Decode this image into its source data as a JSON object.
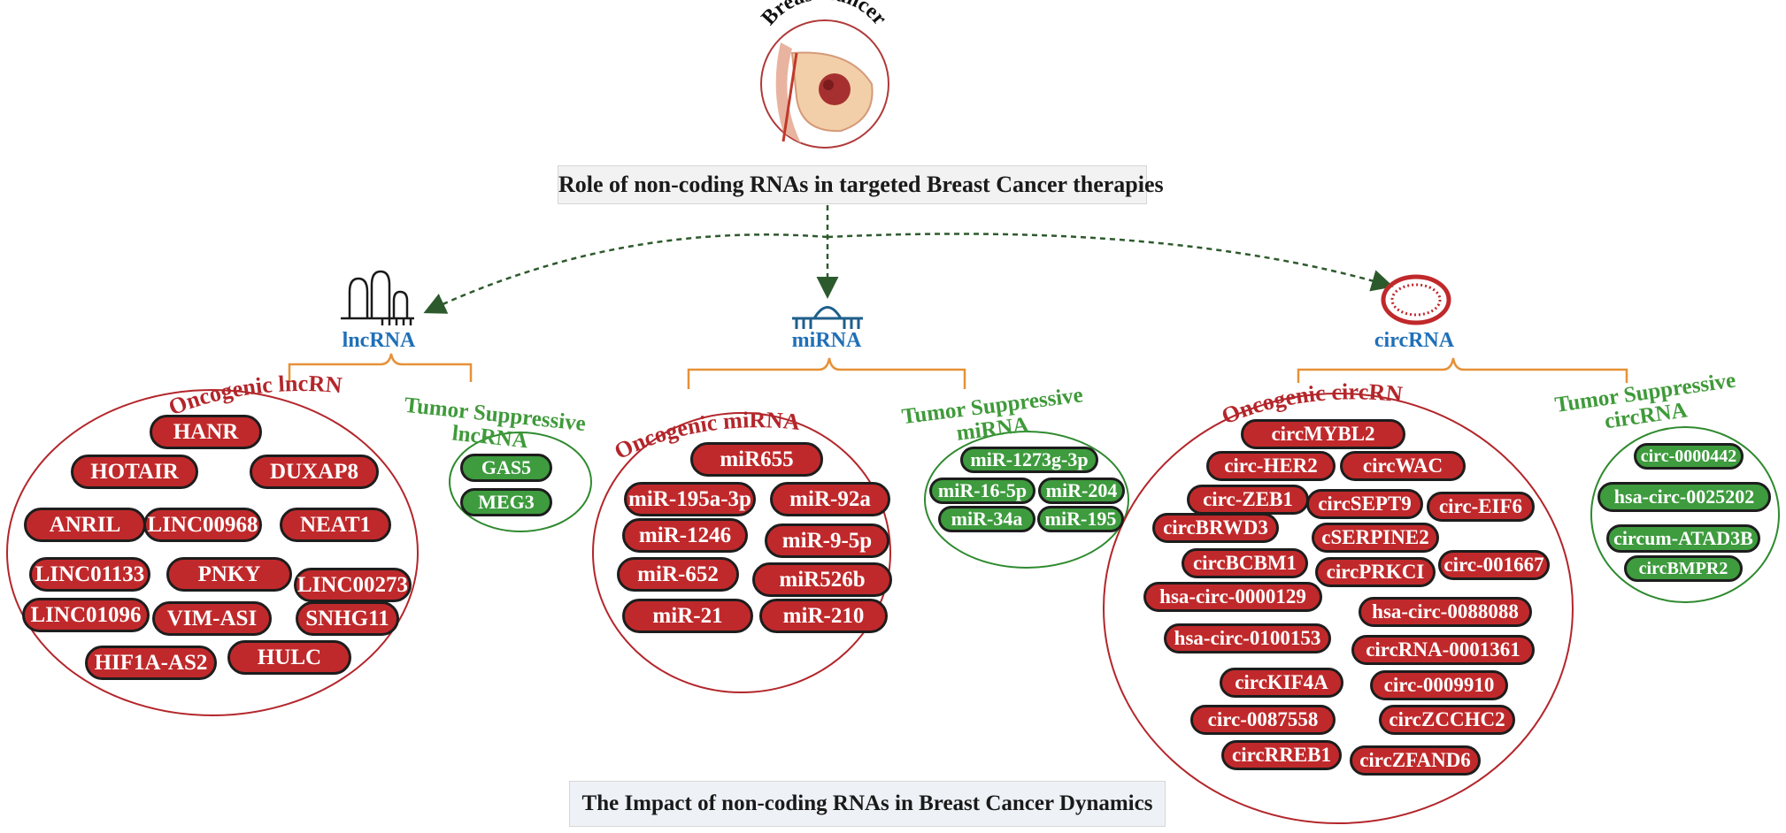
{
  "header_label": "Breast cancer",
  "title_top": "Role of non-coding RNAs in targeted Breast Cancer therapies",
  "title_bottom": "The Impact of non-coding RNAs in Breast Cancer Dynamics",
  "colors": {
    "oncogenic": "#c0292b",
    "suppressive": "#3e9b3e",
    "category": "#1f6fb8",
    "bracket": "#e69138",
    "arrow": "#2d5a2d"
  },
  "categories": {
    "lncrna": {
      "name": "lncRNA",
      "oncogenic_label": "Oncogenic lncRNA",
      "suppressive_label_1": "Tumor Suppressive",
      "suppressive_label_2": "lncRNA",
      "oncogenic": [
        "HANR",
        "HOTAIR",
        "DUXAP8",
        "ANRIL",
        "LINC00968",
        "NEAT1",
        "LINC01133",
        "PNKY",
        "LINC00273",
        "LINC01096",
        "VIM-ASI",
        "SNHG11",
        "HIF1A-AS2",
        "HULC"
      ],
      "suppressive": [
        "GAS5",
        "MEG3"
      ]
    },
    "mirna": {
      "name": "miRNA",
      "oncogenic_label": "Oncogenic miRNA",
      "suppressive_label_1": "Tumor Suppressive",
      "suppressive_label_2": "miRNA",
      "oncogenic": [
        "miR655",
        "miR-195a-3p",
        "miR-92a",
        "miR-1246",
        "miR-9-5p",
        "miR-652",
        "miR526b",
        "miR-21",
        "miR-210"
      ],
      "suppressive": [
        "miR-1273g-3p",
        "miR-16-5p",
        "miR-204",
        "miR-34a",
        "miR-195"
      ]
    },
    "circrna": {
      "name": "circRNA",
      "oncogenic_label": "Oncogenic circRNA",
      "suppressive_label_1": "Tumor Suppressive",
      "suppressive_label_2": "circRNA",
      "oncogenic": [
        "circMYBL2",
        "circ-HER2",
        "circWAC",
        "circ-ZEB1",
        "circSEPT9",
        "circ-EIF6",
        "circBRWD3",
        "cSERPINE2",
        "circBCBM1",
        "circPRKCI",
        "circ-001667",
        "hsa-circ-0000129",
        "hsa-circ-0088088",
        "hsa-circ-0100153",
        "circRNA-0001361",
        "circKIF4A",
        "circ-0009910",
        "circ-0087558",
        "circZCCHC2",
        "circRREB1",
        "circZFAND6"
      ],
      "suppressive": [
        "circ-0000442",
        "hsa-circ-0025202",
        "circum-ATAD3B",
        "circBMPR2"
      ]
    }
  }
}
